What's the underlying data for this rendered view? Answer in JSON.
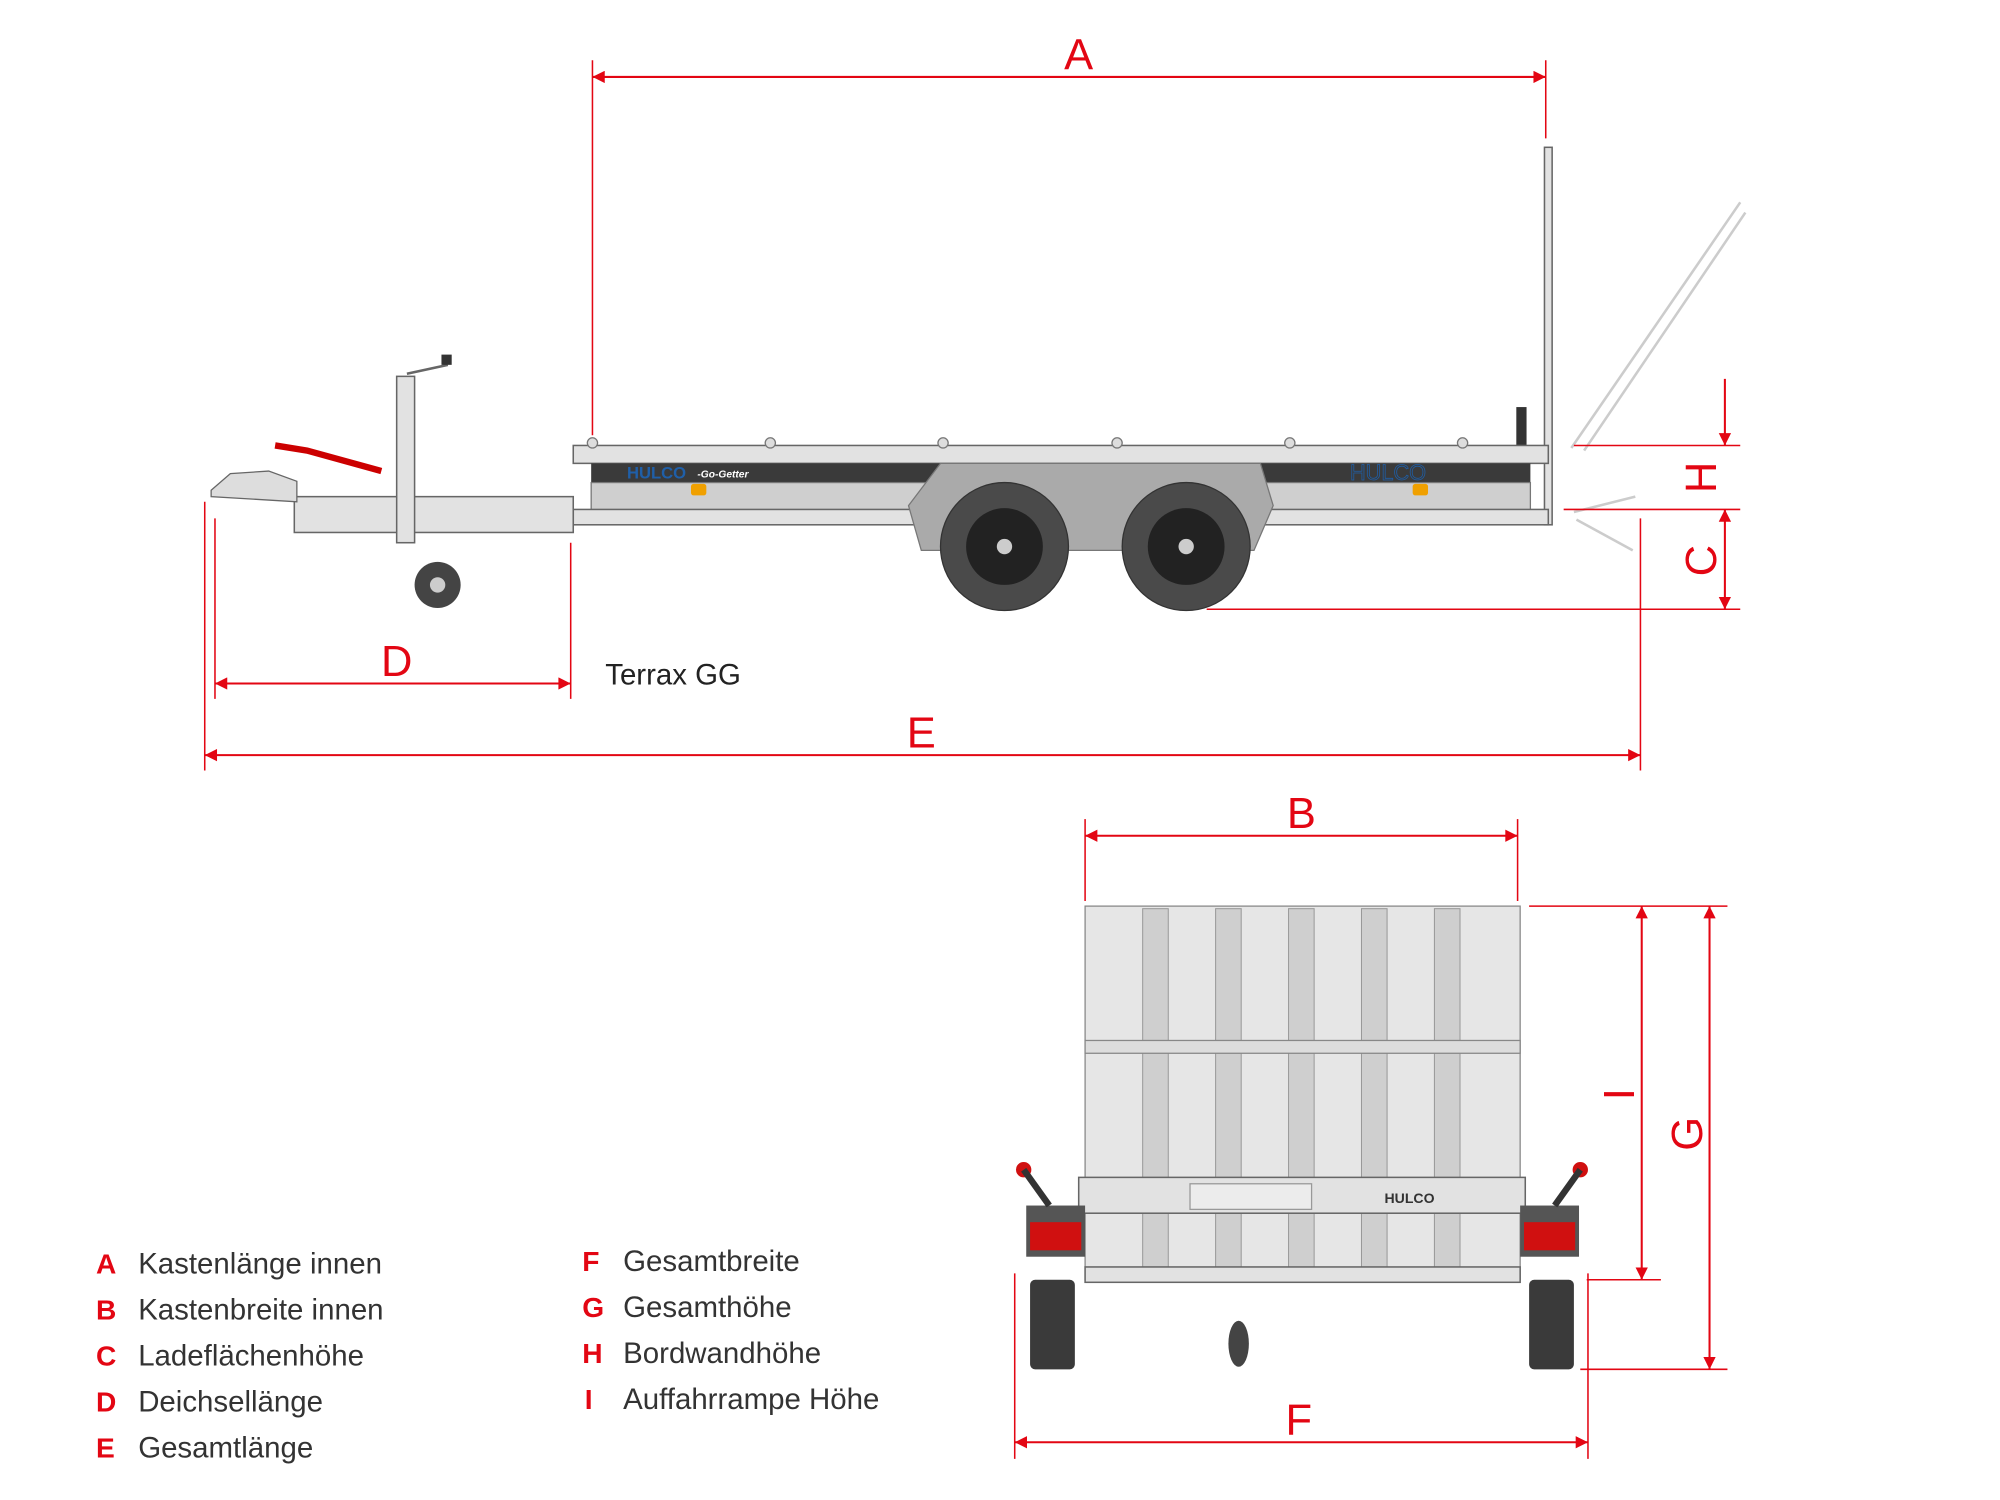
{
  "model": "Terrax GG",
  "brand": {
    "logo": "HULCO",
    "subline": "-Go-Getter"
  },
  "dimension_labels": {
    "A": "A",
    "B": "B",
    "C": "C",
    "D": "D",
    "E": "E",
    "F": "F",
    "G": "G",
    "H": "H",
    "I": "I"
  },
  "legend": {
    "left": [
      {
        "key": "A",
        "text": "Kastenlänge innen"
      },
      {
        "key": "B",
        "text": "Kastenbreite innen"
      },
      {
        "key": "C",
        "text": "Ladeflächenhöhe"
      },
      {
        "key": "D",
        "text": "Deichsellänge"
      },
      {
        "key": "E",
        "text": "Gesamtlänge"
      }
    ],
    "right": [
      {
        "key": "F",
        "text": "Gesamtbreite"
      },
      {
        "key": "G",
        "text": "Gesamthöhe"
      },
      {
        "key": "H",
        "text": "Bordwandhöhe"
      },
      {
        "key": "I",
        "text": "Auffahrrampe Höhe"
      }
    ]
  },
  "colors": {
    "accent": "#e30613",
    "brand_blue": "#1f5fa8"
  }
}
